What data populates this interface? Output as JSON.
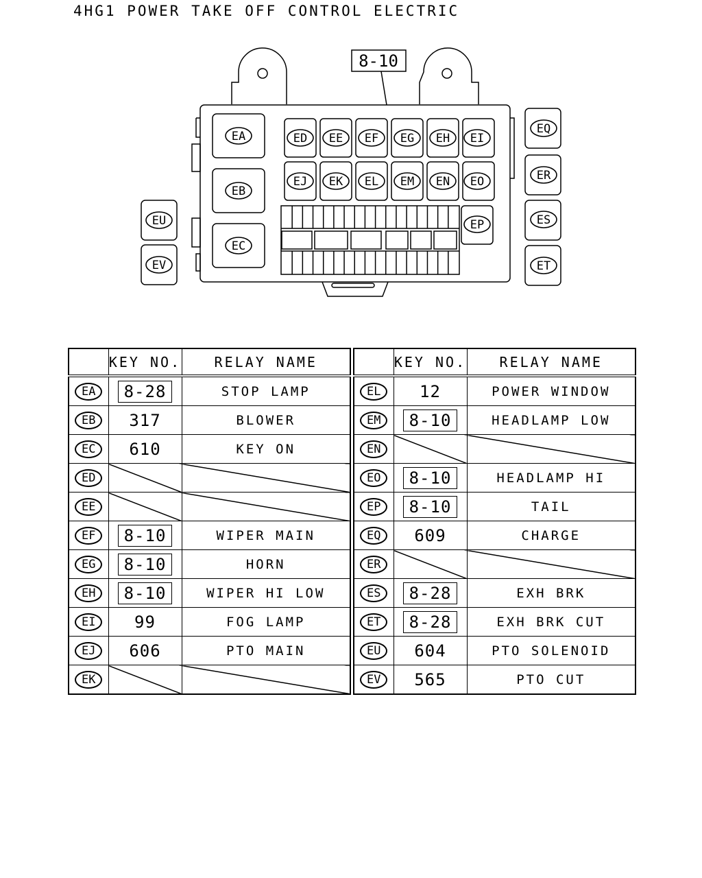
{
  "title": "4HG1 POWER TAKE OFF CONTROL ELECTRIC",
  "diagram": {
    "callout": "8-10",
    "relay_labels": [
      "EA",
      "EB",
      "EC",
      "ED",
      "EE",
      "EF",
      "EG",
      "EH",
      "EI",
      "EJ",
      "EK",
      "EL",
      "EM",
      "EN",
      "EO",
      "EP",
      "EQ",
      "ER",
      "ES",
      "ET",
      "EU",
      "EV"
    ]
  },
  "table": {
    "headers": {
      "code": "",
      "key_no": "KEY NO.",
      "relay_name": "RELAY NAME"
    },
    "left_rows": [
      {
        "code": "EA",
        "key": "8-28",
        "key_boxed": true,
        "relay": "STOP LAMP"
      },
      {
        "code": "EB",
        "key": "317",
        "key_boxed": false,
        "relay": "BLOWER"
      },
      {
        "code": "EC",
        "key": "610",
        "key_boxed": false,
        "relay": "KEY ON"
      },
      {
        "code": "ED",
        "key": "",
        "key_boxed": false,
        "relay": ""
      },
      {
        "code": "EE",
        "key": "",
        "key_boxed": false,
        "relay": ""
      },
      {
        "code": "EF",
        "key": "8-10",
        "key_boxed": true,
        "relay": "WIPER MAIN"
      },
      {
        "code": "EG",
        "key": "8-10",
        "key_boxed": true,
        "relay": "HORN"
      },
      {
        "code": "EH",
        "key": "8-10",
        "key_boxed": true,
        "relay": "WIPER HI LOW"
      },
      {
        "code": "EI",
        "key": "99",
        "key_boxed": false,
        "relay": "FOG LAMP"
      },
      {
        "code": "EJ",
        "key": "606",
        "key_boxed": false,
        "relay": "PTO MAIN"
      },
      {
        "code": "EK",
        "key": "",
        "key_boxed": false,
        "relay": ""
      }
    ],
    "right_rows": [
      {
        "code": "EL",
        "key": "12",
        "key_boxed": false,
        "relay": "POWER WINDOW"
      },
      {
        "code": "EM",
        "key": "8-10",
        "key_boxed": true,
        "relay": "HEADLAMP LOW"
      },
      {
        "code": "EN",
        "key": "",
        "key_boxed": false,
        "relay": ""
      },
      {
        "code": "EO",
        "key": "8-10",
        "key_boxed": true,
        "relay": "HEADLAMP HI"
      },
      {
        "code": "EP",
        "key": "8-10",
        "key_boxed": true,
        "relay": "TAIL"
      },
      {
        "code": "EQ",
        "key": "609",
        "key_boxed": false,
        "relay": "CHARGE"
      },
      {
        "code": "ER",
        "key": "",
        "key_boxed": false,
        "relay": ""
      },
      {
        "code": "ES",
        "key": "8-28",
        "key_boxed": true,
        "relay": "EXH BRK"
      },
      {
        "code": "ET",
        "key": "8-28",
        "key_boxed": true,
        "relay": "EXH BRK CUT"
      },
      {
        "code": "EU",
        "key": "604",
        "key_boxed": false,
        "relay": "PTO SOLENOID"
      },
      {
        "code": "EV",
        "key": "565",
        "key_boxed": false,
        "relay": "PTO CUT"
      }
    ]
  }
}
